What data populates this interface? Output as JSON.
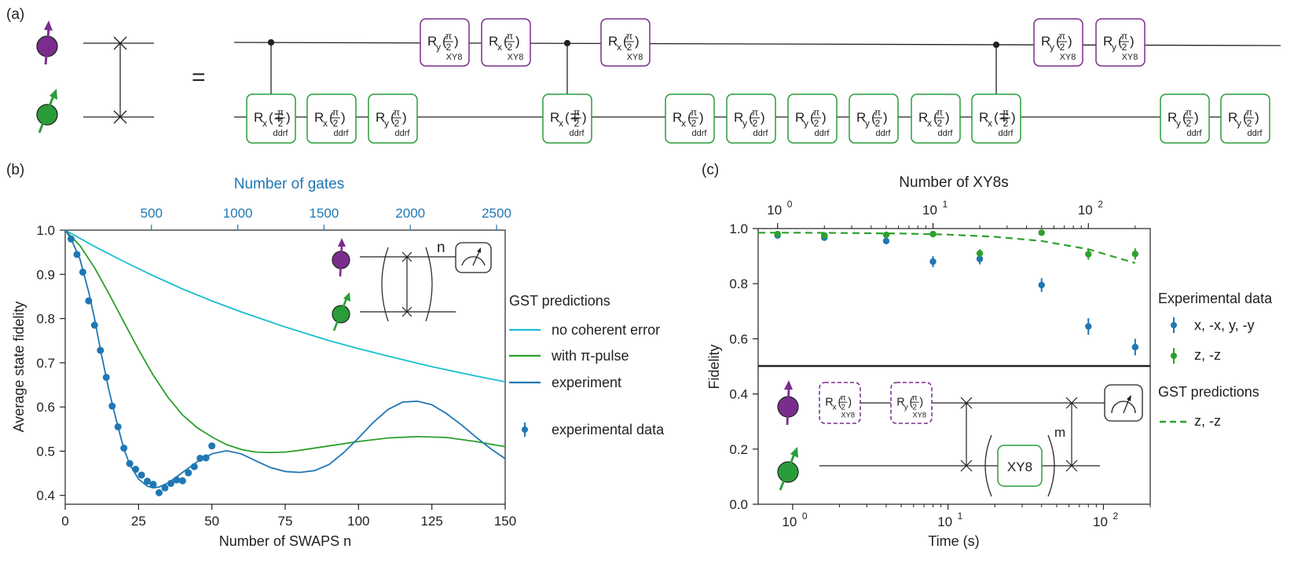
{
  "panel_labels": {
    "a": "(a)",
    "b": "(b)",
    "c": "(c)"
  },
  "colors": {
    "purple": "#7b2d8e",
    "green": "#2a9d3a",
    "blue": "#1f77b4",
    "cyan": "#17becf",
    "green_line": "#2ca02c",
    "dashed": "#2ca02c"
  },
  "circuit_a": {
    "equals": "=",
    "top_gates": [
      {
        "axis": "y",
        "angle": "π/2",
        "sub": "XY8"
      },
      {
        "axis": "x",
        "angle": "π/2",
        "sub": "XY8"
      },
      {
        "axis": "x",
        "angle": "π/2",
        "sub": "XY8"
      },
      {
        "axis": "y",
        "angle": "π/2",
        "sub": "XY8"
      },
      {
        "axis": "y",
        "angle": "π/2",
        "sub": "XY8"
      }
    ],
    "bottom_gates": [
      {
        "axis": "x",
        "angle": "∓π/2",
        "sub": "ddrf"
      },
      {
        "axis": "x",
        "angle": "π/2",
        "sub": "ddrf"
      },
      {
        "axis": "y",
        "angle": "π/2",
        "sub": "ddrf"
      },
      {
        "axis": "x",
        "angle": "∓π/2",
        "sub": "ddrf"
      },
      {
        "axis": "x",
        "angle": "π/2",
        "sub": "ddrf"
      },
      {
        "axis": "y",
        "angle": "π/2",
        "sub": "ddrf"
      },
      {
        "axis": "y",
        "angle": "π/2",
        "sub": "ddrf"
      },
      {
        "axis": "y",
        "angle": "π/2",
        "sub": "ddrf"
      },
      {
        "axis": "x",
        "angle": "π/2",
        "sub": "ddrf"
      },
      {
        "axis": "x",
        "angle": "∓π/2",
        "sub": "ddrf"
      },
      {
        "axis": "y",
        "angle": "π/2",
        "sub": "ddrf"
      },
      {
        "axis": "y",
        "angle": "π/2",
        "sub": "ddrf"
      }
    ]
  },
  "chart_data": [
    {
      "type": "line",
      "panel": "(b)",
      "xlabel": "Number of SWAPS n",
      "ylabel": "Average state fidelity",
      "top_xlabel": "Number of gates",
      "xlim": [
        0,
        150
      ],
      "ylim": [
        0.38,
        1.0
      ],
      "x_ticks": [
        "0",
        "25",
        "50",
        "75",
        "100",
        "125",
        "150"
      ],
      "y_ticks": [
        "0.4",
        "0.5",
        "0.6",
        "0.7",
        "0.8",
        "0.9",
        "1.0"
      ],
      "top_ticks": [
        "500",
        "1000",
        "1500",
        "2000",
        "2500"
      ],
      "top_tick_values": [
        500,
        1000,
        1500,
        2000,
        2500
      ],
      "gates_per_swap": 17,
      "inset_label": "n",
      "legend_title": "GST predictions",
      "series": [
        {
          "name": "no coherent error",
          "color": "#17becf",
          "x": [
            0,
            10,
            20,
            30,
            40,
            50,
            60,
            75,
            90,
            100,
            110,
            125,
            140,
            150
          ],
          "y": [
            1.0,
            0.963,
            0.929,
            0.897,
            0.867,
            0.84,
            0.815,
            0.781,
            0.75,
            0.732,
            0.715,
            0.691,
            0.67,
            0.657
          ]
        },
        {
          "name": "with π-pulse",
          "color": "#2ca02c",
          "x": [
            0,
            5,
            10,
            15,
            20,
            25,
            30,
            35,
            40,
            45,
            50,
            55,
            60,
            65,
            70,
            75,
            80,
            90,
            100,
            110,
            120,
            130,
            140,
            150
          ],
          "y": [
            1.0,
            0.965,
            0.915,
            0.855,
            0.792,
            0.73,
            0.672,
            0.622,
            0.582,
            0.553,
            0.532,
            0.515,
            0.504,
            0.498,
            0.497,
            0.498,
            0.502,
            0.512,
            0.522,
            0.53,
            0.533,
            0.531,
            0.522,
            0.51
          ]
        },
        {
          "name": "experiment",
          "color": "#1f77b4",
          "x": [
            0,
            2,
            5,
            8,
            10,
            12,
            15,
            18,
            20,
            22,
            25,
            28,
            30,
            32,
            35,
            38,
            40,
            45,
            50,
            55,
            60,
            65,
            70,
            75,
            80,
            85,
            90,
            95,
            100,
            105,
            110,
            115,
            120,
            125,
            130,
            135,
            140,
            145,
            150
          ],
          "y": [
            1.0,
            0.98,
            0.935,
            0.86,
            0.8,
            0.73,
            0.635,
            0.555,
            0.505,
            0.47,
            0.437,
            0.421,
            0.417,
            0.419,
            0.428,
            0.442,
            0.452,
            0.476,
            0.494,
            0.501,
            0.494,
            0.478,
            0.463,
            0.454,
            0.452,
            0.456,
            0.47,
            0.497,
            0.53,
            0.565,
            0.594,
            0.611,
            0.613,
            0.605,
            0.585,
            0.56,
            0.532,
            0.506,
            0.483
          ]
        }
      ],
      "data_points": {
        "name": "experimental data",
        "color": "#1f77b4",
        "x": [
          2,
          4,
          6,
          8,
          10,
          12,
          14,
          16,
          18,
          20,
          22,
          24,
          26,
          28,
          30,
          32,
          34,
          36,
          38,
          40,
          42,
          44,
          46,
          48,
          50
        ],
        "y": [
          0.98,
          0.945,
          0.905,
          0.84,
          0.785,
          0.728,
          0.667,
          0.602,
          0.555,
          0.507,
          0.472,
          0.459,
          0.446,
          0.432,
          0.425,
          0.406,
          0.417,
          0.427,
          0.435,
          0.433,
          0.451,
          0.465,
          0.484,
          0.485,
          0.512
        ]
      }
    },
    {
      "type": "scatter",
      "panel": "(c)",
      "xlabel": "Time (s)",
      "ylabel": "Fidelity",
      "top_xlabel": "Number of XY8s",
      "x_scale": "log",
      "top_x_scale": "log",
      "xlim": [
        0.6,
        200
      ],
      "ylim": [
        0.0,
        1.0
      ],
      "top_xlim": [
        0.75,
        250
      ],
      "x_ticks": [
        {
          "base": "10",
          "exp": "0",
          "value": 1
        },
        {
          "base": "10",
          "exp": "1",
          "value": 10
        },
        {
          "base": "10",
          "exp": "2",
          "value": 100
        }
      ],
      "top_ticks": [
        {
          "base": "10",
          "exp": "0",
          "value": 1
        },
        {
          "base": "10",
          "exp": "1",
          "value": 10
        },
        {
          "base": "10",
          "exp": "2",
          "value": 100
        }
      ],
      "y_ticks": [
        "0.0",
        "0.2",
        "0.4",
        "0.6",
        "0.8",
        "1.0"
      ],
      "legend_title": "Experimental data",
      "legend2_title": "GST predictions",
      "inset_label": "m",
      "inset_box": "XY8",
      "inset_gates": [
        {
          "axis": "x",
          "angle": "π/2",
          "sub": "XY8"
        },
        {
          "axis": "y",
          "angle": "π/2",
          "sub": "XY8"
        }
      ],
      "series": [
        {
          "name": "x, -x, y, -y",
          "color": "#1f77b4",
          "x": [
            0.8,
            1.6,
            4.0,
            8.0,
            16,
            40,
            80,
            160
          ],
          "y": [
            0.975,
            0.967,
            0.955,
            0.88,
            0.89,
            0.795,
            0.645,
            0.57
          ],
          "err": [
            0.01,
            0.01,
            0.012,
            0.02,
            0.02,
            0.025,
            0.03,
            0.03
          ]
        },
        {
          "name": "z, -z",
          "color": "#2ca02c",
          "x": [
            0.8,
            1.6,
            4.0,
            8.0,
            16,
            40,
            80,
            160
          ],
          "y": [
            0.98,
            0.975,
            0.977,
            0.98,
            0.91,
            0.985,
            0.907,
            0.908
          ],
          "err": [
            0.01,
            0.01,
            0.01,
            0.01,
            0.015,
            0.01,
            0.02,
            0.02
          ]
        },
        {
          "name": "z, -z",
          "style": "dashed",
          "color": "#2ca02c",
          "x": [
            0.6,
            1,
            2,
            5,
            10,
            20,
            40,
            80,
            160
          ],
          "y": [
            0.985,
            0.985,
            0.984,
            0.982,
            0.978,
            0.97,
            0.955,
            0.925,
            0.875
          ]
        }
      ]
    }
  ]
}
